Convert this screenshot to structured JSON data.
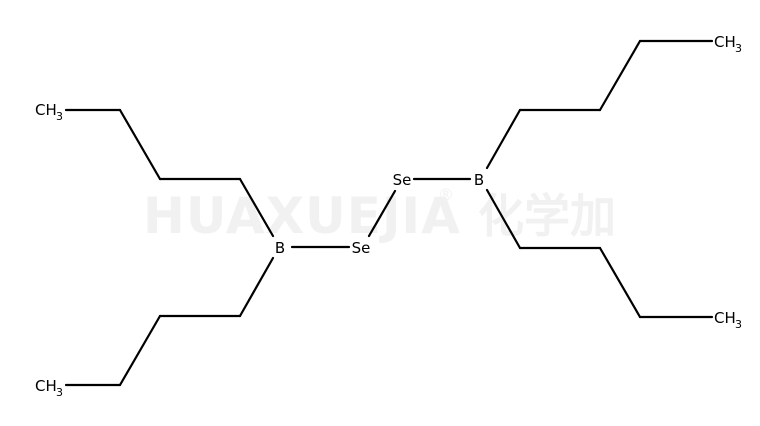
{
  "watermark": {
    "latin": "HUAXUEJIA",
    "registered": "®",
    "cjk": "化学加"
  },
  "atoms": {
    "boron": "B",
    "selenium": "Se",
    "carbon_methyl": "CH",
    "methyl_subscript": "3"
  }
}
